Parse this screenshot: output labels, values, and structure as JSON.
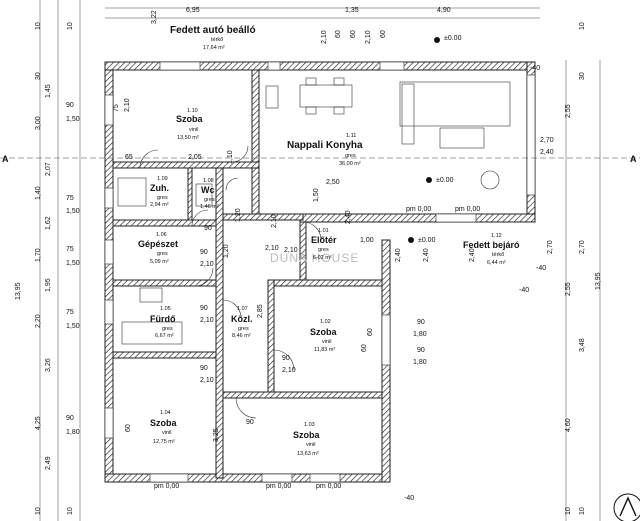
{
  "rooms": [
    {
      "id": "1.01",
      "name": "Előtér",
      "floor": "gres",
      "area": "6,02 m²"
    },
    {
      "id": "1.02",
      "name": "Szoba",
      "floor": "vinil",
      "area": "11,83 m²"
    },
    {
      "id": "1.03",
      "name": "Szoba",
      "floor": "vinil",
      "area": "13,63 m²"
    },
    {
      "id": "1.04",
      "name": "Szoba",
      "floor": "vinil",
      "area": "12,75 m²"
    },
    {
      "id": "1.05",
      "name": "Fürdő",
      "floor": "gres",
      "area": "6,67 m²"
    },
    {
      "id": "1.06",
      "name": "Gépészet",
      "floor": "gres",
      "area": "5,09 m²"
    },
    {
      "id": "1.07",
      "name": "Közl.",
      "floor": "gres",
      "area": "8,46 m²"
    },
    {
      "id": "1.08",
      "name": "Wc",
      "floor": "gres",
      "area": "1,46 m²"
    },
    {
      "id": "1.09",
      "name": "Zuh.",
      "floor": "gres",
      "area": "2,94 m²"
    },
    {
      "id": "1.10",
      "name": "Szoba",
      "floor": "vinil",
      "area": "13,50 m²"
    },
    {
      "id": "1.11",
      "name": "Nappali Konyha",
      "floor": "gres",
      "area": "36,00 m²"
    },
    {
      "id": "1.12",
      "name": "Fedett bejáró",
      "floor": "térkő",
      "area": "6,44 m²"
    },
    {
      "id": "",
      "name": "Fedett autó beálló",
      "floor": "térkő",
      "area": "17,64 m²"
    }
  ],
  "dimensions": {
    "top": [
      "6,95",
      "1,35",
      "4,90",
      "3,22",
      "2,10",
      "60",
      "60",
      "2,10",
      "60"
    ],
    "left": [
      "30",
      "1,45",
      "3,00",
      "2,07",
      "1,40",
      "1,62",
      "1,70",
      "1,95",
      "2,20",
      "3,26",
      "4,25",
      "2,49",
      "13,95",
      "10",
      "10",
      "10",
      "10"
    ],
    "right": [
      "2,55",
      "2,70",
      "2,40",
      "2,55",
      "3,48",
      "4,60",
      "13,95",
      "2,70",
      "2,70",
      "30",
      "10",
      "10",
      "10"
    ],
    "openings": [
      "90",
      "1,50",
      "75",
      "1,50",
      "75",
      "1,50",
      "75",
      "1,50",
      "90",
      "1,80",
      "90",
      "1,80",
      "90",
      "1,80",
      "75",
      "2,10",
      "65",
      "2,05",
      "90",
      "2,10",
      "90",
      "2,10",
      "90",
      "2,10",
      "90",
      "2,10",
      "2,50",
      "1,50",
      "2,40",
      "1,00",
      "2,40",
      "2,40",
      "2,40",
      "2,10",
      "2,10",
      "2,85",
      "3,25",
      "60",
      "60",
      "1,20",
      "2,10",
      "1,20",
      "60",
      "90",
      "1,10",
      "90"
    ],
    "levels": [
      "±0.00",
      "±0.00",
      "±0.00",
      "pm 0,00",
      "pm 0,00",
      "pm 0,00",
      "pm 0,00",
      "pm 0,00",
      "-40",
      "-40",
      "-40",
      "-40"
    ],
    "markers": [
      "A",
      "A"
    ]
  },
  "watermark": "DUNA HOUSE"
}
